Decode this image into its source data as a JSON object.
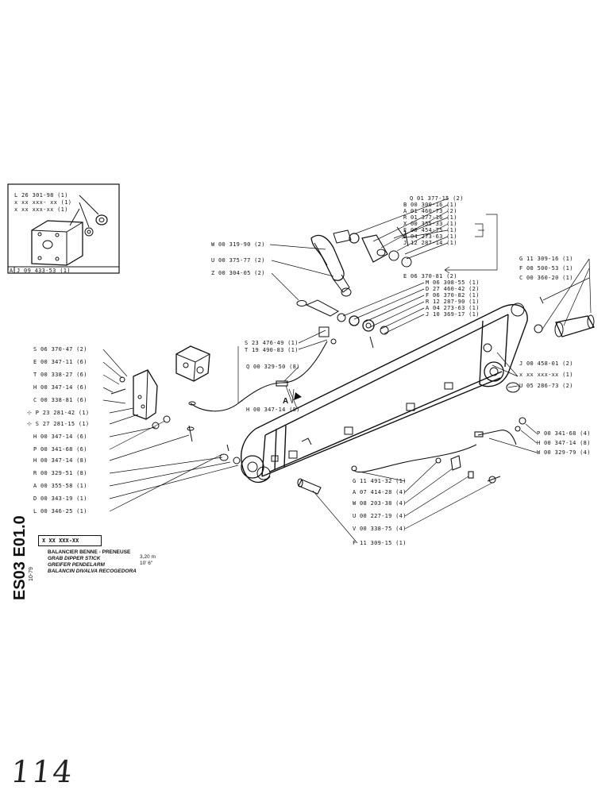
{
  "insetLabels": [
    {
      "id": "i1",
      "text": "L 26 301-98 (1)"
    },
    {
      "id": "i2",
      "text": "x xx xxx- xx (1)"
    },
    {
      "id": "i3",
      "text": "x xx xxx-xx (1)"
    },
    {
      "id": "i4",
      "text": "A  J 09 433-53 (1)"
    }
  ],
  "parts": [
    {
      "id": "p1",
      "text": "Q 01 377-15 (2)"
    },
    {
      "id": "p2",
      "text": "B 00 300-16 (1)"
    },
    {
      "id": "p3",
      "text": "A 01 460-73 (2)"
    },
    {
      "id": "p4",
      "text": "R 01 377-16 (1)"
    },
    {
      "id": "p5",
      "text": "X 00 355-33 (1)"
    },
    {
      "id": "p6",
      "text": "E 00 454-75 (1)"
    },
    {
      "id": "p7",
      "text": "A 04 273-63 (1)"
    },
    {
      "id": "p8",
      "text": "J 12 287-14 (1)"
    },
    {
      "id": "p9",
      "text": "W 00 319-90 (2)"
    },
    {
      "id": "p10",
      "text": "U 00 375-77 (2)"
    },
    {
      "id": "p11",
      "text": "Z 00 304-05 (2)"
    },
    {
      "id": "p12",
      "text": "G 11 309-16 (1)"
    },
    {
      "id": "p13",
      "text": "F 00 500-53 (1)"
    },
    {
      "id": "p14",
      "text": "C 00 360-20 (1)"
    },
    {
      "id": "p15",
      "text": "E 06 370-81 (2)"
    },
    {
      "id": "p16",
      "text": "M 06 308-55 (1)"
    },
    {
      "id": "p17",
      "text": "D 27 460-42 (2)"
    },
    {
      "id": "p18",
      "text": "F 06 370-82 (1)"
    },
    {
      "id": "p19",
      "text": "R 12 287-90 (1)"
    },
    {
      "id": "p20",
      "text": "A 04 273-63 (1)"
    },
    {
      "id": "p21",
      "text": "J 10 369-17 (1)"
    },
    {
      "id": "p22",
      "text": "S 23 476-49 (1)"
    },
    {
      "id": "p23",
      "text": "T 19 490-83 (1)"
    },
    {
      "id": "p24",
      "text": "S 06 370-47 (2)"
    },
    {
      "id": "p25",
      "text": "E 00 347-11 (6)"
    },
    {
      "id": "p26",
      "text": "T 00 338-27 (6)"
    },
    {
      "id": "p27",
      "text": "H 00 347-14 (6)"
    },
    {
      "id": "p28",
      "text": "C 00 338-81 (6)"
    },
    {
      "id": "p29",
      "text": "P 23 281-42 (1)"
    },
    {
      "id": "p30",
      "text": "S 27 281-15 (1)"
    },
    {
      "id": "p31",
      "text": "H 00 347-14 (6)"
    },
    {
      "id": "p32",
      "text": "P 00 341-68 (6)"
    },
    {
      "id": "p33",
      "text": "H 00 347-14 (8)"
    },
    {
      "id": "p34",
      "text": "R 00 329-51 (8)"
    },
    {
      "id": "p35",
      "text": "A 00 355-58 (1)"
    },
    {
      "id": "p36",
      "text": "D 00 343-19 (1)"
    },
    {
      "id": "p37",
      "text": "L 00 346-25 (1)"
    },
    {
      "id": "p38",
      "text": "Q 00 329-50 (8)"
    },
    {
      "id": "p39",
      "text": "H 00 347-14 (8)"
    },
    {
      "id": "p40",
      "text": "J 00 458-01 (2)"
    },
    {
      "id": "p41",
      "text": "x xx xxx-xx (1)"
    },
    {
      "id": "p42",
      "text": "U 05 286-73 (2)"
    },
    {
      "id": "p43",
      "text": "P 00 341-68 (4)"
    },
    {
      "id": "p44",
      "text": "H 00 347-14 (8)"
    },
    {
      "id": "p45",
      "text": "W 00 329-79 (4)"
    },
    {
      "id": "p46",
      "text": "G 11 491-32 (1)"
    },
    {
      "id": "p47",
      "text": "A 07 414-28 (4)"
    },
    {
      "id": "p48",
      "text": "W 08 203-38 (4)"
    },
    {
      "id": "p49",
      "text": "U 00 227-19 (4)"
    },
    {
      "id": "p50",
      "text": "V 00 338-75 (4)"
    },
    {
      "id": "p51",
      "text": "F 11 309-15 (1)"
    }
  ],
  "detailMarker": "A",
  "titleBlock": {
    "code": "X XX XXX-XX",
    "lines": [
      "BALANCIER BENNE - PRENEUSE",
      "GRAB DIPPER STICK",
      "GREIFER PENDELARM",
      "BALANCIN DIVALVA RECOGEDORA"
    ],
    "size1": "3,20 m",
    "size2": "10' 6\""
  },
  "sideCode": "ES03 E01.0",
  "sideDate": "10-79",
  "pageNumber": "114"
}
